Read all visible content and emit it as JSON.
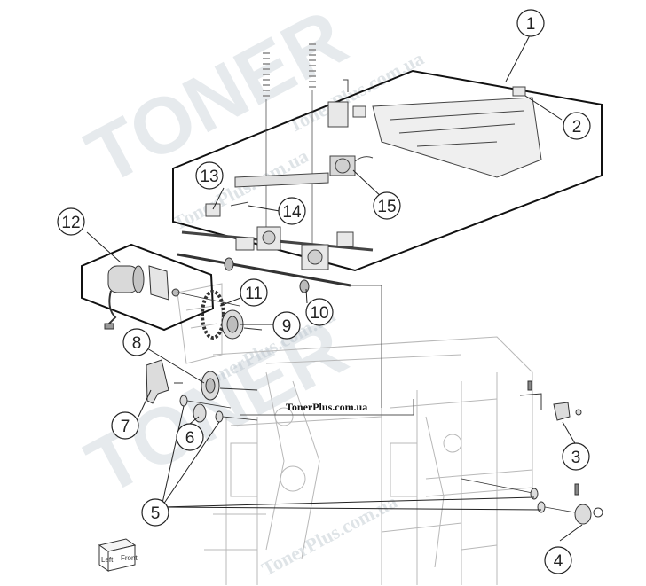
{
  "watermark": {
    "brand": "TONER",
    "site": "TonerPlus.com.ua"
  },
  "caption": "TonerPlus.com.ua",
  "orientation_cube": {
    "left": "Left",
    "front": "Front"
  },
  "callouts": [
    {
      "id": "1",
      "label": "1"
    },
    {
      "id": "2",
      "label": "2"
    },
    {
      "id": "3",
      "label": "3"
    },
    {
      "id": "4",
      "label": "4"
    },
    {
      "id": "5",
      "label": "5"
    },
    {
      "id": "6",
      "label": "6"
    },
    {
      "id": "7",
      "label": "7"
    },
    {
      "id": "8",
      "label": "8"
    },
    {
      "id": "9",
      "label": "9"
    },
    {
      "id": "10",
      "label": "10"
    },
    {
      "id": "11",
      "label": "11"
    },
    {
      "id": "12",
      "label": "12"
    },
    {
      "id": "13",
      "label": "13"
    },
    {
      "id": "14",
      "label": "14"
    },
    {
      "id": "15",
      "label": "15"
    }
  ]
}
